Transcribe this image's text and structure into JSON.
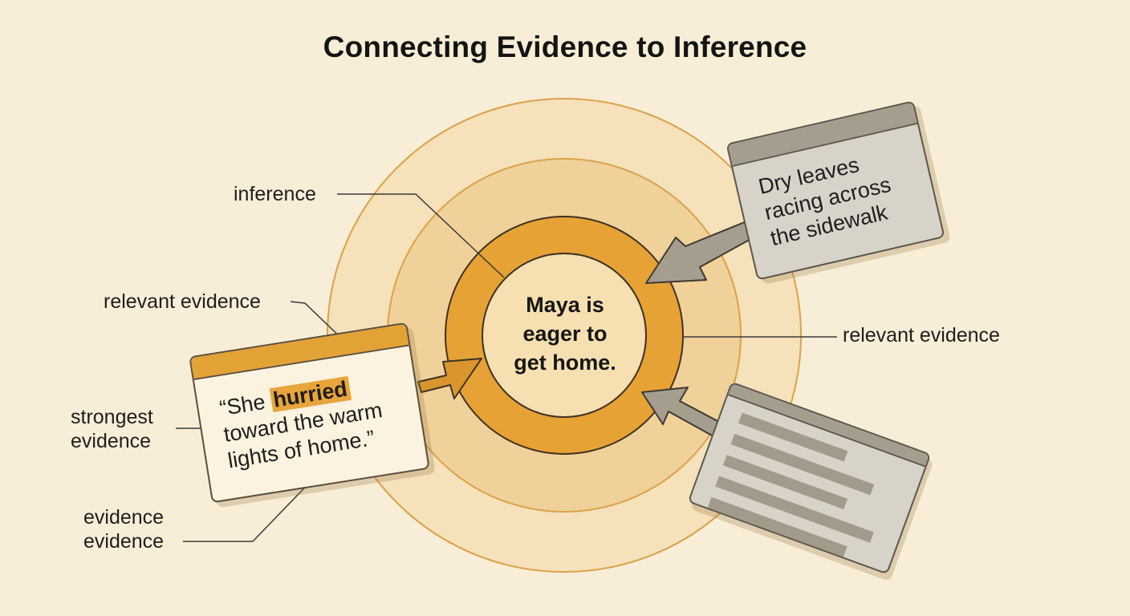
{
  "title": "Connecting Evidence to Inference",
  "center": {
    "lines": [
      "Maya is",
      "eager to",
      "get home."
    ]
  },
  "labels": {
    "inference": "inference",
    "relevant_left": "relevant evidence",
    "relevant_right": "relevant evidence",
    "strongest": [
      "strongest",
      "evidence"
    ],
    "evidence": [
      "evidence",
      "evidence"
    ]
  },
  "cards": {
    "hurried": {
      "before": "“She ",
      "highlight": "hurried",
      "after_line1": "",
      "line2": "toward the warm",
      "line3": "lights of home.”"
    },
    "leaves": {
      "lines": [
        "Dry leaves",
        "racing across",
        "the sidewalk"
      ]
    },
    "lines_card": {
      "line_count": 5
    }
  },
  "colors": {
    "background": "#f8edd6",
    "outer_ring": "#f5e1ba",
    "middle_ring": "#f1d19a",
    "inner_ring": "#e7a235",
    "core": "#f6dfb0",
    "accent_highlight": "#e8a53c",
    "gray_card": "#d8d3c8",
    "gray_arrow": "#a59d8e",
    "orange_arrow": "#d9952e"
  }
}
